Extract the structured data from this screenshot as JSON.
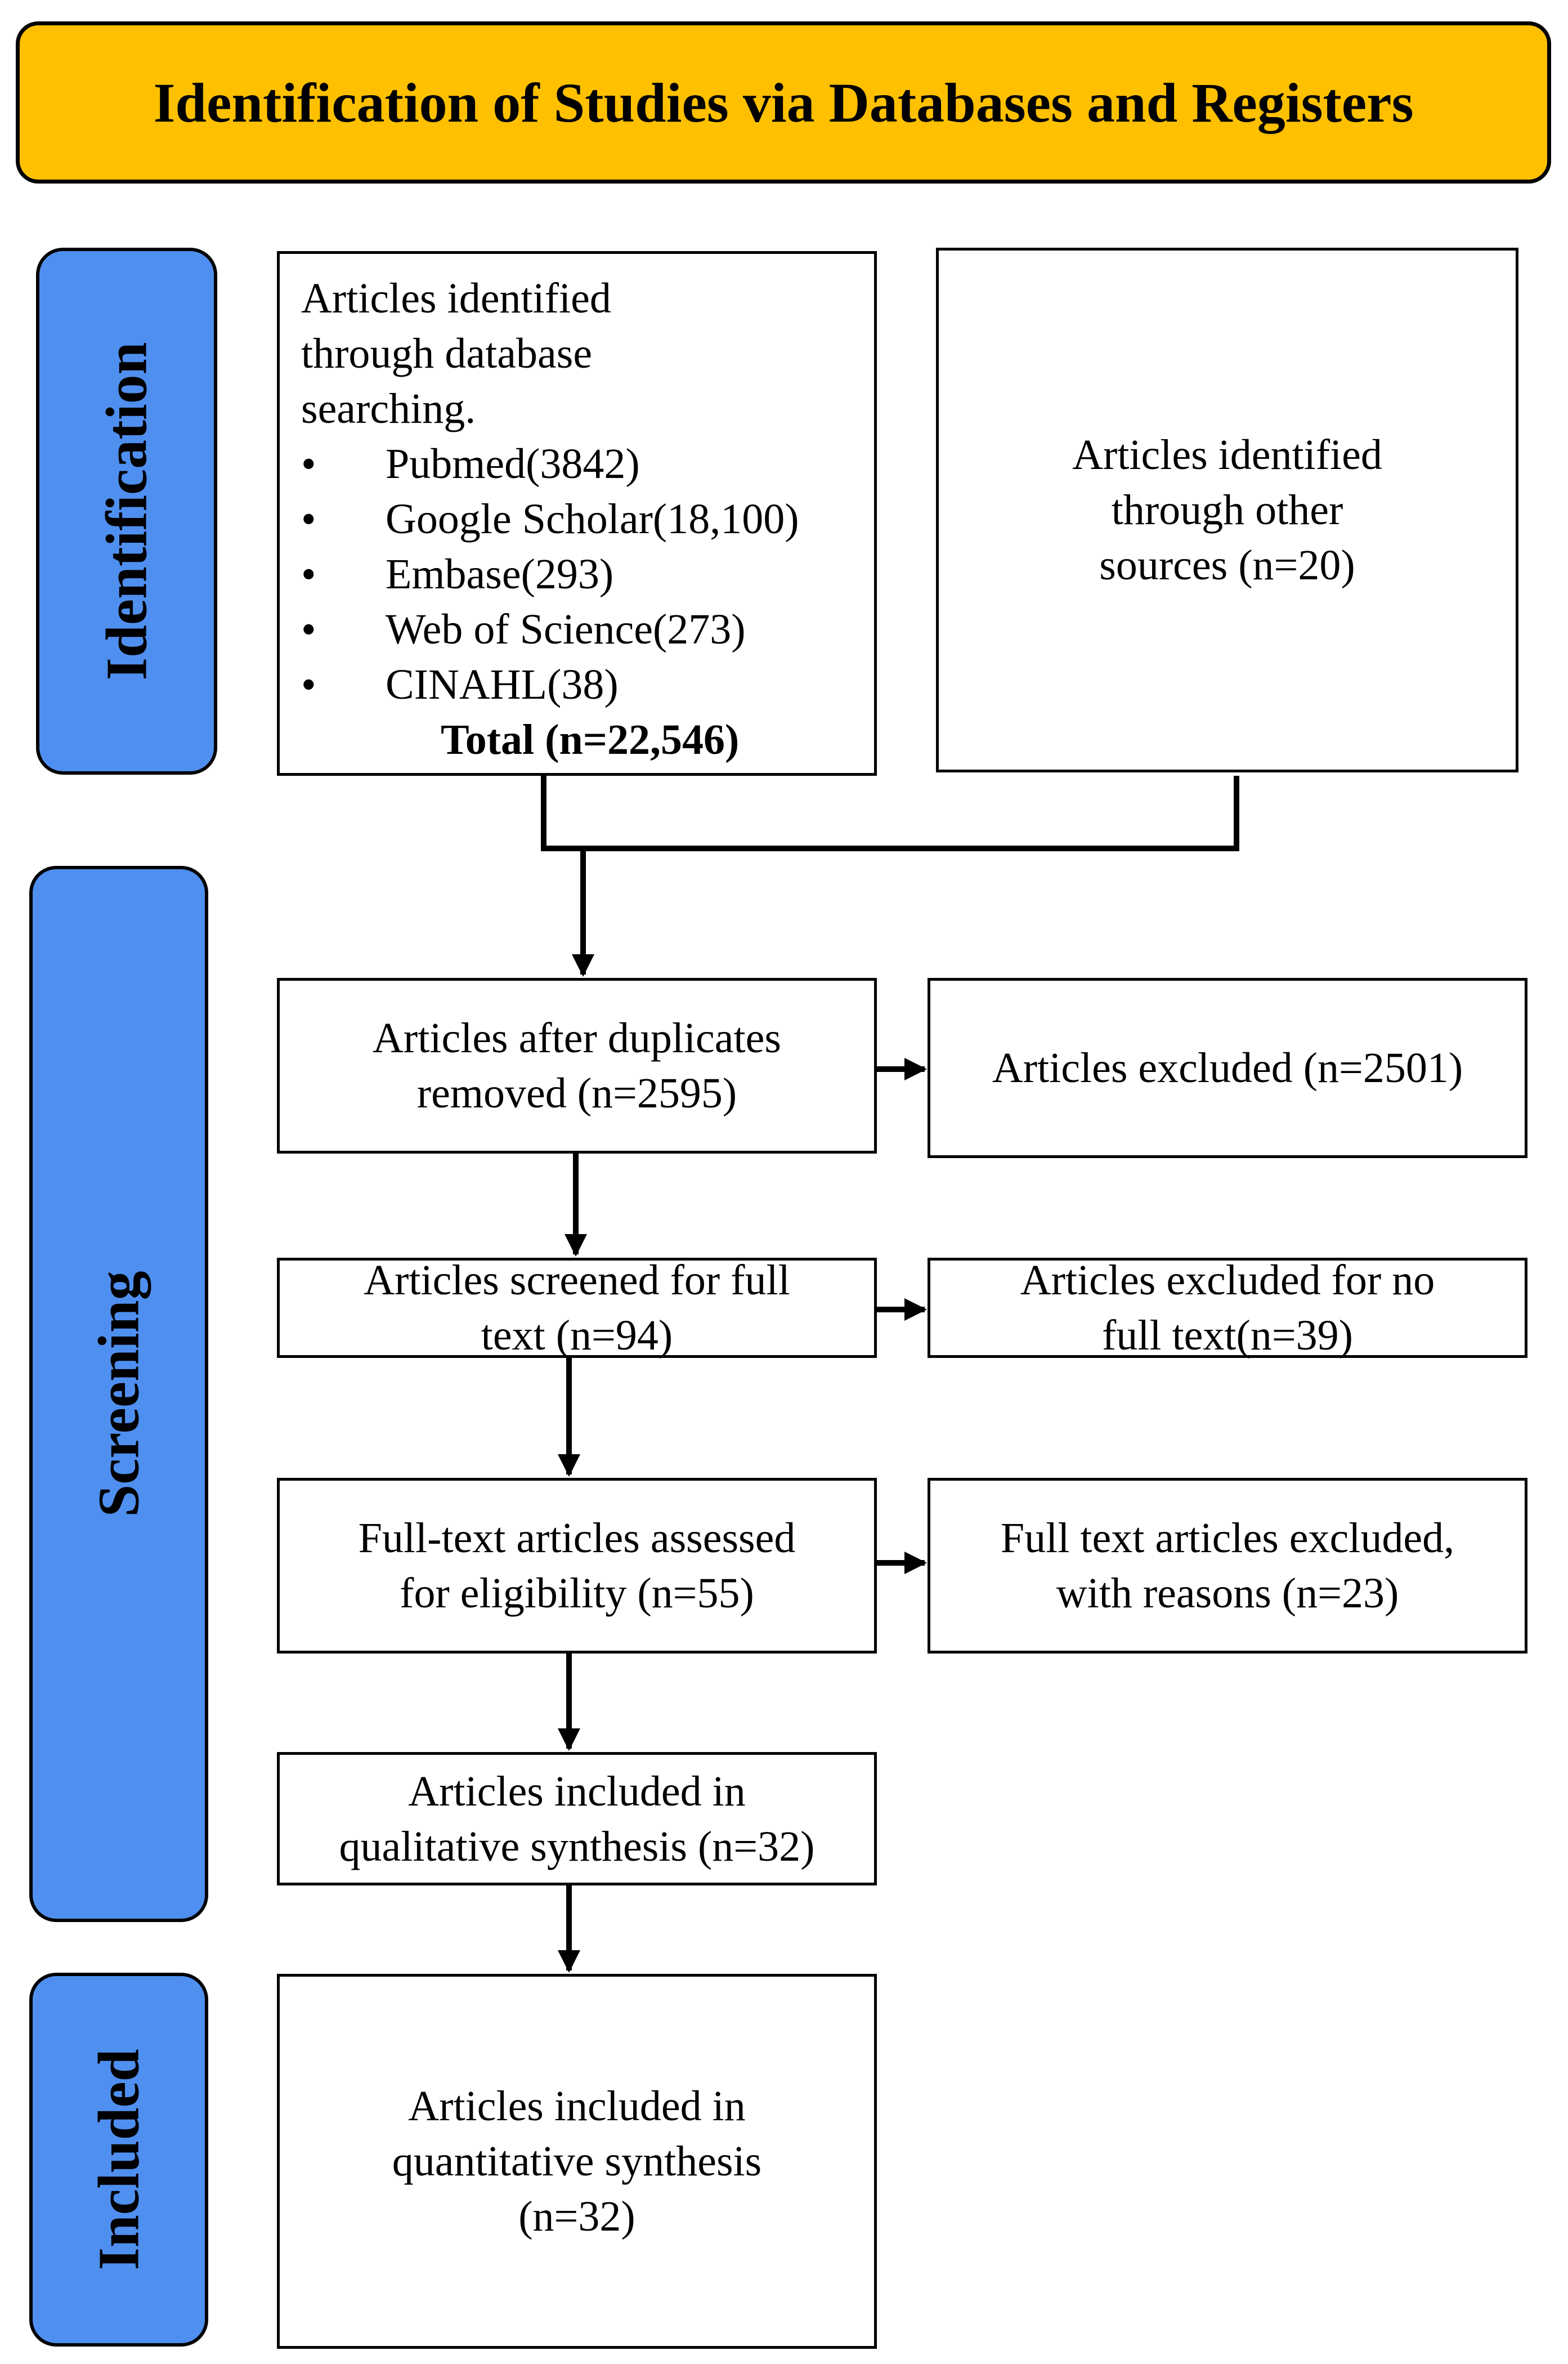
{
  "header": {
    "title": "Identification of Studies via Databases and Registers"
  },
  "phases": {
    "identification": "Identification",
    "screening": "Screening",
    "included": "Included"
  },
  "boxes": {
    "database_search": {
      "intro": [
        "Articles identified",
        "through database",
        "searching."
      ],
      "sources": [
        "Pubmed(3842)",
        "Google Scholar(18,100)",
        "Embase(293)",
        "Web of Science(273)",
        "CINAHL(38)"
      ],
      "total": "Total  (n=22,546)"
    },
    "other_sources": [
      "Articles identified",
      "through other",
      "sources  (n=20)"
    ],
    "after_duplicates": [
      "Articles after duplicates",
      "removed (n=2595)"
    ],
    "excluded": [
      "Articles excluded  (n=2501)"
    ],
    "screened_full_text": [
      "Articles screened for full",
      "text (n=94)"
    ],
    "excluded_no_full_text": [
      "Articles excluded  for no",
      "full text(n=39)"
    ],
    "eligibility": [
      "Full-text articles  assessed",
      "for eligibility  (n=55)"
    ],
    "excluded_with_reasons": [
      "Full text articles  excluded,",
      "with reasons  (n=23)"
    ],
    "qualitative": [
      "Articles included  in",
      "qualitative  synthesis  (n=32)"
    ],
    "quantitative": [
      "Articles included  in",
      "quantitative  synthesis",
      "(n=32)"
    ]
  },
  "colors": {
    "banner": "#FFC000",
    "phase": "#4F8FEF",
    "stroke": "#000000",
    "box": "#FFFFFF"
  }
}
